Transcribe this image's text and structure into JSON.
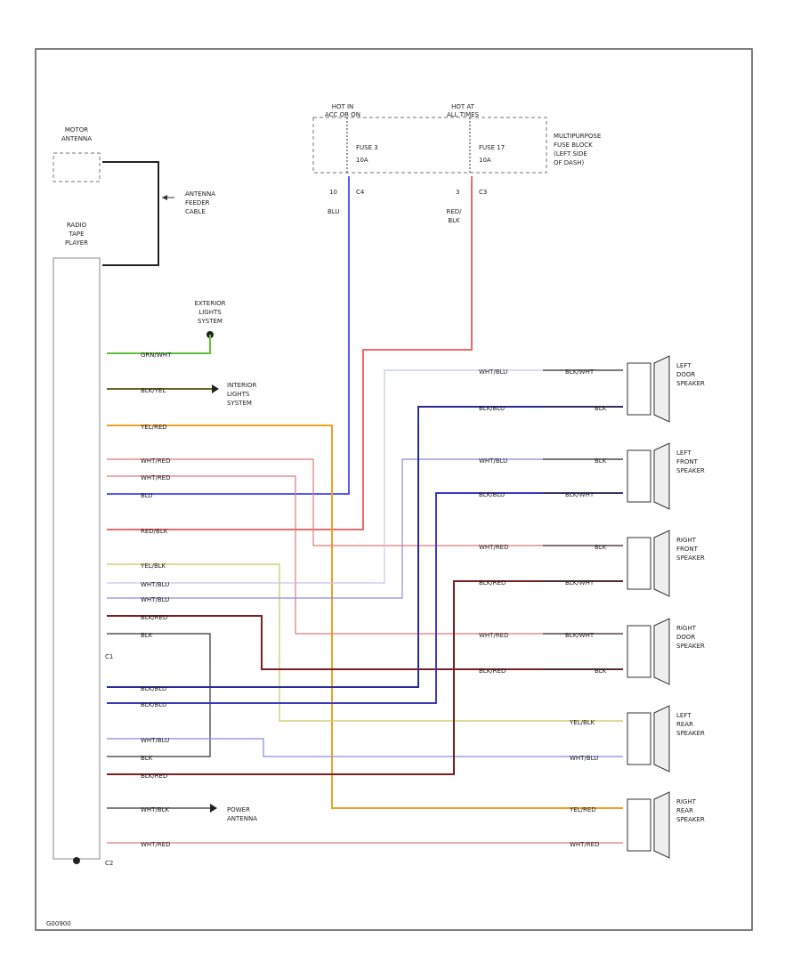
{
  "components": {
    "motor_antenna": [
      "MOTOR",
      "ANTENNA"
    ],
    "antenna_feeder": [
      "ANTENNA",
      "FEEDER",
      "CABLE"
    ],
    "radio": [
      "RADIO",
      "TAPE",
      "PLAYER"
    ],
    "radio_conn_c1": "C1",
    "radio_conn_c2": "C2",
    "exterior_lights": [
      "EXTERIOR",
      "LIGHTS",
      "SYSTEM"
    ],
    "interior_lights": [
      "INTERIOR",
      "LIGHTS",
      "SYSTEM"
    ],
    "power_antenna": [
      "POWER",
      "ANTENNA"
    ],
    "hot_in_acc": [
      "HOT IN",
      "ACC OR ON"
    ],
    "hot_at_all": [
      "HOT AT",
      "ALL TIMES"
    ],
    "fuse_a": [
      "FUSE 3",
      "10A"
    ],
    "fuse_b": [
      "FUSE 17",
      "10A"
    ],
    "fuse_block": [
      "MULTIPURPOSE",
      "FUSE BLOCK",
      "(LEFT SIDE",
      "OF DASH)"
    ],
    "fuse_a_pin": [
      "10",
      "C4"
    ],
    "fuse_b_pin": [
      "3",
      "C3"
    ],
    "fuse_a_wire": "BLU",
    "fuse_b_wire": [
      "RED/",
      "BLK"
    ],
    "figure_id": "G00900"
  },
  "radio_wires": [
    {
      "label": "GRN/WHT",
      "color": "#5fbf3f"
    },
    {
      "label": "BLK/YEL",
      "color": "#6a6a2a"
    },
    {
      "label": "YEL/RED",
      "color": "#f0a020"
    },
    {
      "label": "WHT/RED",
      "color": "#e27a7a"
    },
    {
      "label": "WHT/RED",
      "color": "#e27a7a"
    },
    {
      "label": "BLU",
      "color": "#4a4adf"
    },
    {
      "label": "RED/BLK",
      "color": "#e04a4a"
    },
    {
      "label": "YEL/BLK",
      "color": "#c8c860"
    },
    {
      "label": "WHT/BLU",
      "color": "#8a8ae0"
    },
    {
      "label": "WHT/BLU",
      "color": "#8a8ae0"
    },
    {
      "label": "BLK/RED",
      "color": "#7a2020"
    },
    {
      "label": "BLK",
      "color": "#333333"
    },
    {
      "label": "BLK/BLU",
      "color": "#2a2a9a"
    },
    {
      "label": "BLK/BLU",
      "color": "#2a2a9a"
    },
    {
      "label": "WHT/BLU",
      "color": "#8a8ae0"
    },
    {
      "label": "BLK",
      "color": "#333333"
    },
    {
      "label": "BLK/RED",
      "color": "#7a2020"
    },
    {
      "label": "WHT/BLK",
      "color": "#555555"
    },
    {
      "label": "WHT/RED",
      "color": "#e27a7a"
    }
  ],
  "speakers": [
    {
      "name": [
        "LEFT",
        "DOOR",
        "SPEAKER"
      ],
      "in1": "WHT/BLU",
      "out1": "BLK/WHT",
      "in2": "BLK/BLU",
      "out2": "BLK"
    },
    {
      "name": [
        "LEFT",
        "FRONT",
        "SPEAKER"
      ],
      "in1": "WHT/BLU",
      "out1": "BLK",
      "in2": "BLK/BLU",
      "out2": "BLK/WHT"
    },
    {
      "name": [
        "RIGHT",
        "FRONT",
        "SPEAKER"
      ],
      "in1": "WHT/RED",
      "out1": "BLK",
      "in2": "BLK/RED",
      "out2": "BLK/WHT"
    },
    {
      "name": [
        "RIGHT",
        "DOOR",
        "SPEAKER"
      ],
      "in1": "WHT/RED",
      "out1": "BLK/WHT",
      "in2": "BLK/RED",
      "out2": "BLK"
    },
    {
      "name": [
        "LEFT",
        "REAR",
        "SPEAKER"
      ],
      "in1": "YEL/BLK",
      "in2": "WHT/BLU"
    },
    {
      "name": [
        "RIGHT",
        "REAR",
        "SPEAKER"
      ],
      "in1": "YEL/RED",
      "in2": "WHT/RED"
    }
  ]
}
